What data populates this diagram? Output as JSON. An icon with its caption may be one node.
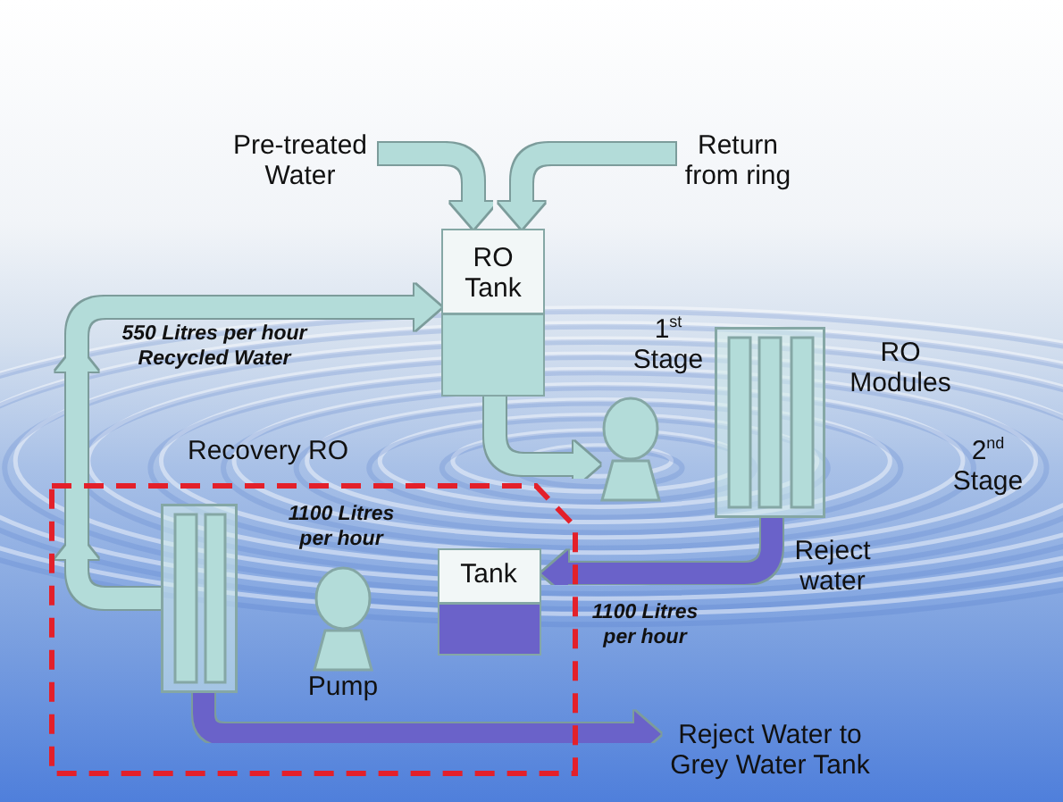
{
  "diagram": {
    "nodes": [
      {
        "text": [
          "Pre-treated Water"
        ]
      },
      {
        "text": [
          "Return from ring"
        ]
      },
      {
        "text": [
          "RO Tank"
        ]
      },
      {
        "text": [],
        "shape": "pump"
      },
      {
        "text": [
          "RO Modules"
        ],
        "beside": [
          "1$^{st}$ Stage"
        ]
      },
      {
        "text": [
          "2$^{nd}$ Stage"
        ]
      },
      {
        "text": [
          "Recovery RO"
        ]
      },
      {
        "text": [],
        "shape": "box",
        "in": 6
      },
      {
        "text": [
          "Tank"
        ],
        "in": 6
      },
      {
        "text": [],
        "shape": "pump",
        "beside": [
          "Pump"
        ],
        "in": 6
      },
      {
        "text": [
          "Reject Water to Grey Water Tank"
        ]
      }
    ],
    "edges": [
      {
        "from": 0,
        "to": 2,
        "arrow": "to"
      },
      {
        "from": 1,
        "to": 2,
        "arrow": "to"
      },
      {
        "from": 2,
        "to": 3,
        "arrow": "to"
      },
      {
        "from": 3,
        "to": 4,
        "arrow": "to"
      },
      {
        "from": 4,
        "to": 5,
        "arrow": "to"
      },
      {
        "from": 4,
        "to": 8,
        "arrow": "to",
        "label": "Reject water",
        "color": "#6b62c9"
      },
      {
        "from": 8,
        "to": 9,
        "arrow": "to",
        "color": "#6b62c9"
      },
      {
        "from": 9,
        "to": 7,
        "arrow": "to",
        "label": "1100 Litres per hour",
        "color": "#6b62c9"
      },
      {
        "from": 7,
        "to": 2,
        "arrow": "to",
        "label": "550 Litres per hour Recycled Water"
      },
      {
        "from": 7,
        "to": 10,
        "arrow": "to",
        "color": "#6b62c9"
      }
    ],
    "labels": [
      "1100 Litres per hour"
    ]
  }
}
